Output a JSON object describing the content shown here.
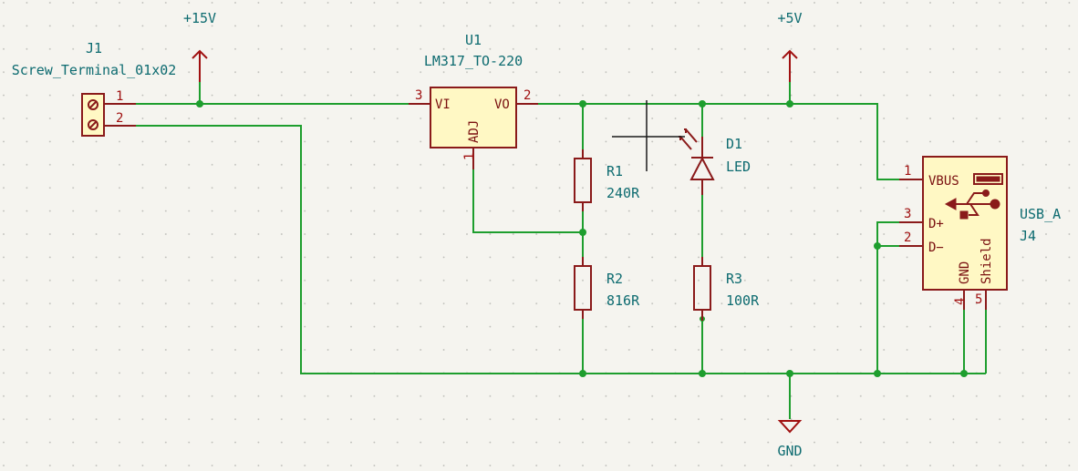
{
  "power": {
    "v15": "+15V",
    "v5": "+5V",
    "gnd": "GND"
  },
  "j1": {
    "ref": "J1",
    "value": "Screw_Terminal_01x02",
    "pin1": "1",
    "pin2": "2"
  },
  "u1": {
    "ref": "U1",
    "value": "LM317_TO-220",
    "pin_vi_num": "3",
    "pin_vi_name": "VI",
    "pin_vo_num": "2",
    "pin_vo_name": "VO",
    "pin_adj_num": "1",
    "pin_adj_name": "ADJ"
  },
  "r1": {
    "ref": "R1",
    "value": "240R"
  },
  "r2": {
    "ref": "R2",
    "value": "816R"
  },
  "r3": {
    "ref": "R3",
    "value": "100R"
  },
  "d1": {
    "ref": "D1",
    "value": "LED"
  },
  "j4": {
    "ref": "J4",
    "value": "USB_A",
    "pin_vbus_num": "1",
    "pin_vbus_name": "VBUS",
    "pin_dp_num": "3",
    "pin_dp_name": "D+",
    "pin_dm_num": "2",
    "pin_dm_name": "D−",
    "pin_gnd_num": "4",
    "pin_gnd_name": "GND",
    "pin_shield_num": "5",
    "pin_shield_name": "Shield"
  },
  "colors": {
    "wire": "#1e9e2e",
    "symbol": "#8a1a1a",
    "symbol_fill": "#fff8c4",
    "label": "#0d6b70",
    "background": "#f5f4ef"
  }
}
